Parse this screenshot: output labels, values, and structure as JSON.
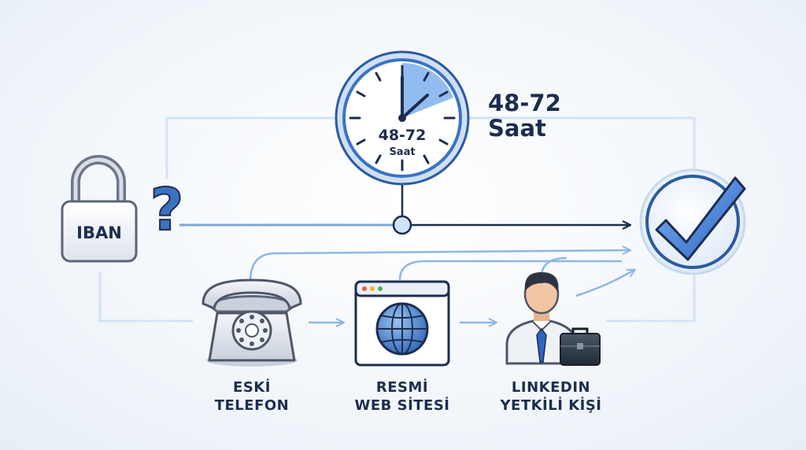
{
  "clock": {
    "face_range": "48-72",
    "face_unit": "Saat"
  },
  "time_label": {
    "range": "48-72",
    "unit": "Saat"
  },
  "lock": {
    "text": "IBAN"
  },
  "question": {
    "glyph": "?"
  },
  "steps": [
    {
      "line1": "ESKİ",
      "line2": "TELEFON",
      "icon": "rotary-phone-icon"
    },
    {
      "line1": "RESMİ",
      "line2": "WEB SİTESİ",
      "icon": "website-globe-icon"
    },
    {
      "line1": "LINKEDIN",
      "line2": "YETKİLİ KİŞİ",
      "icon": "business-person-icon"
    }
  ],
  "colors": {
    "navy": "#1d2d4f",
    "blue": "#3b7bd6",
    "light_blue": "#a9c8ec",
    "frame": "#cfe0f2"
  }
}
